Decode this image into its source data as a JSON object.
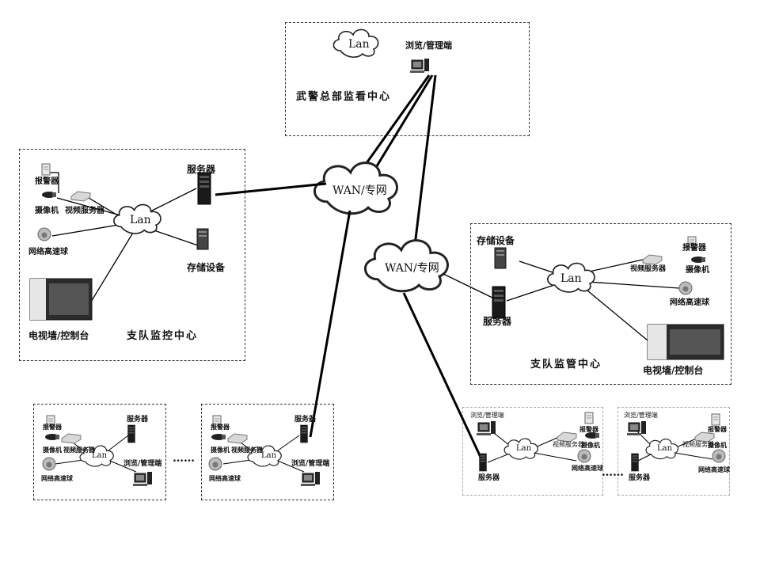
{
  "hq": {
    "title": "武警总部监看中心",
    "lan": "Lan",
    "browser": "浏览/管理端"
  },
  "wan": {
    "top": "WAN/专网",
    "right": "WAN/专网"
  },
  "left_center": {
    "title": "支队监控中心",
    "lan": "Lan",
    "alarm": "报警器",
    "camera": "摄像机",
    "video_server": "视频服务器",
    "dome": "网络高速球",
    "tvwall": "电视墙/控制台",
    "server": "服务器",
    "storage": "存储设备"
  },
  "right_center": {
    "title": "支队监管中心",
    "lan": "Lan",
    "storage": "存储设备",
    "server": "服务器",
    "alarm": "报警器",
    "video_server": "视频服务器",
    "camera": "摄像机",
    "dome": "网络高速球",
    "tvwall": "电视墙/控制台"
  },
  "small_a": {
    "alarm": "报警器",
    "camera": "摄像机",
    "video_server": "视频服务器",
    "lan": "Lan",
    "dome": "网络高速球",
    "server": "服务器",
    "browser": "浏览/管理端"
  },
  "small_b": {
    "alarm": "报警器",
    "camera": "摄像机",
    "video_server": "视频服务器",
    "lan": "Lan",
    "dome": "网络高速球",
    "server": "服务器",
    "browser": "浏览/管理端"
  },
  "small_c": {
    "browser": "浏览/管理端",
    "alarm": "报警器",
    "video_server": "视频服务器",
    "camera": "摄像机",
    "lan": "Lan",
    "dome": "网络高速球",
    "server": "服务器"
  },
  "small_d": {
    "browser": "浏览/管理端",
    "alarm": "报警器",
    "video_server": "视频服务器",
    "camera": "摄像机",
    "lan": "Lan",
    "dome": "网络高速球",
    "server": "服务器"
  },
  "ellipsis_left": "……",
  "ellipsis_right": "……"
}
